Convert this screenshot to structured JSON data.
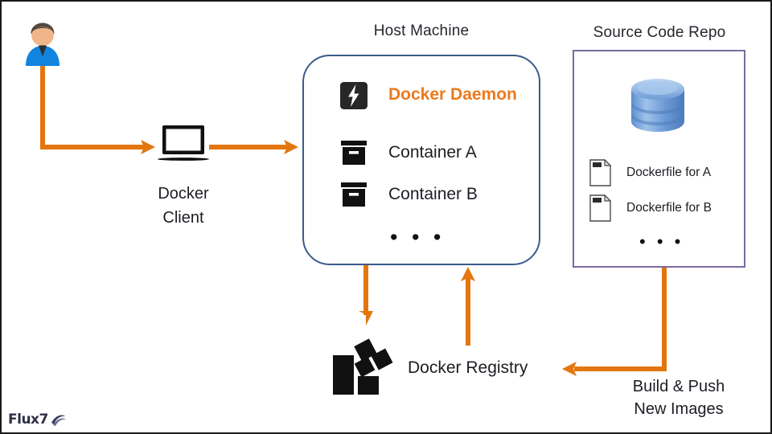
{
  "diagram": {
    "title_host": "Host Machine",
    "title_repo": "Source Code Repo",
    "colors": {
      "arrow_orange": "#e3760f",
      "host_border": "#3a5b8a",
      "repo_border": "#7b6b9e",
      "daemon_text": "#ec7a1c",
      "text_dark": "#1d1d24",
      "shirt_blue": "#1184e0",
      "db_blue": "#7aa7dd"
    },
    "actor": {
      "icon": "user-person-icon",
      "label": ""
    },
    "client": {
      "icon": "laptop-icon",
      "label_line1": "Docker",
      "label_line2": "Client"
    },
    "host": {
      "rows": [
        {
          "icon": "docker-daemon-bolt-icon",
          "label": "Docker Daemon",
          "accent": true
        },
        {
          "icon": "container-box-icon",
          "label": "Container A",
          "accent": false
        },
        {
          "icon": "container-box-icon",
          "label": "Container B",
          "accent": false
        }
      ],
      "ellipsis": "• • •"
    },
    "repo": {
      "db_icon": "database-cylinder-icon",
      "files": [
        {
          "icon": "dockerfile-document-icon",
          "label": "Dockerfile for A"
        },
        {
          "icon": "dockerfile-document-icon",
          "label": "Dockerfile for B"
        }
      ],
      "ellipsis": "• • •"
    },
    "registry": {
      "icon": "registry-cubes-icon",
      "label": "Docker Registry"
    },
    "build_push": {
      "label_line1": "Build & Push",
      "label_line2": "New Images"
    },
    "branding": {
      "name": "Flux7",
      "icon": "flux7-swirl-icon"
    }
  }
}
